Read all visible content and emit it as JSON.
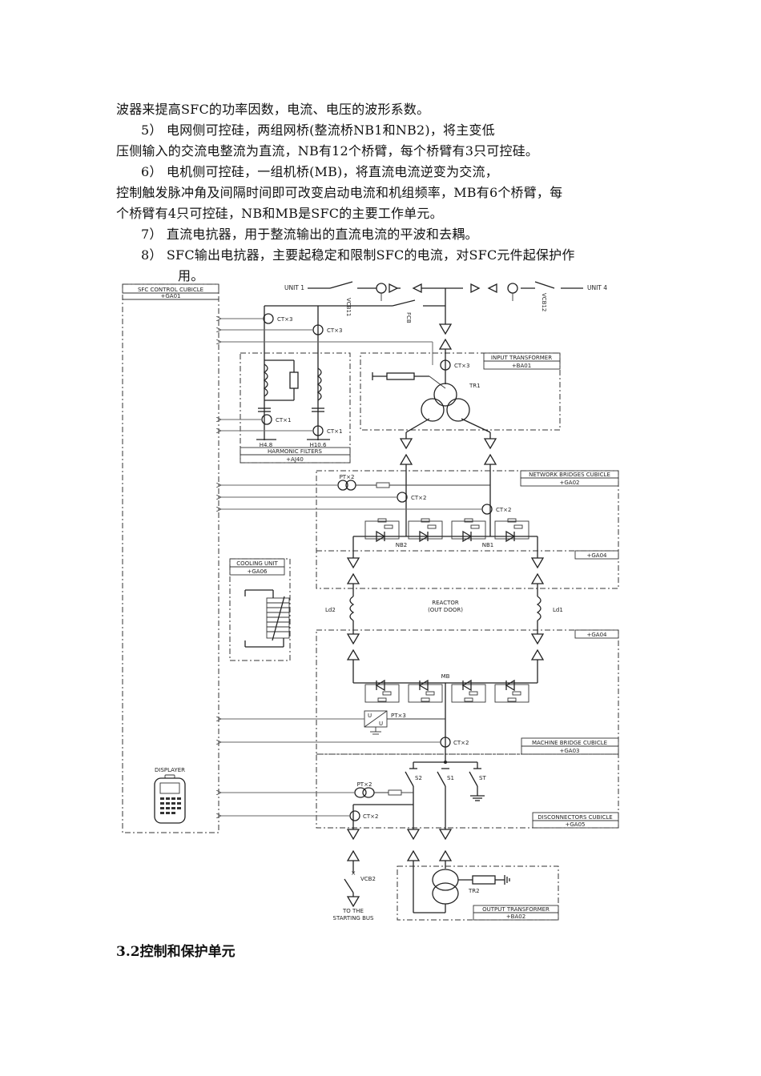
{
  "document": {
    "paragraphs": [
      "波器来提高SFC的功率因数，电流、电压的波形系数。",
      "5） 电网侧可控硅，两组网桥(整流桥NB1和NB2)，将主变低",
      "压侧输入的交流电整流为直流，NB有12个桥臂，每个桥臂有3只可控硅。",
      "6） 电机侧可控硅，一组机桥(MB)，将直流电流逆变为交流，",
      "控制触发脉冲角及间隔时间即可改变启动电流和机组频率，MB有6个桥臂，每",
      "个桥臂有4只可控硅，NB和MB是SFC的主要工作单元。",
      "7） 直流电抗器，用于整流输出的直流电流的平波和去耦。",
      "8） SFC输出电抗器，主要起稳定和限制SFC的电流，对SFC元件起保护作",
      "用。"
    ],
    "section_heading": "3.2控制和保护单元"
  },
  "diagram": {
    "units": {
      "unit1": "UNIT 1",
      "unit4": "UNIT 4"
    },
    "breakers": {
      "vcb11": "VCB11",
      "vcb12": "VCB12",
      "fcb": "FCB",
      "vcb2": "VCB2"
    },
    "cubicles": {
      "control": {
        "title": "SFC CONTROL CUBICLE",
        "code": "+GA01"
      },
      "input_transformer": {
        "title": "INPUT TRANSFORMER",
        "code": "+BA01"
      },
      "harmonic_filters": {
        "title": "HARMONIC FILTERS",
        "code": "+AJ40"
      },
      "network_bridges": {
        "title": "NETWORK BRIDGES CUBICLE",
        "code": "+GA02"
      },
      "ga04_top": {
        "code": "+GA04"
      },
      "ga04_bottom": {
        "code": "+GA04"
      },
      "cooling": {
        "title": "COOLING UNIT",
        "code": "+GA06"
      },
      "machine_bridge": {
        "title": "MACHINE BRIDGE CUBICLE",
        "code": "+GA03"
      },
      "disconnectors": {
        "title": "DISCONNECTORS CUBICLE",
        "code": "+GA05"
      },
      "output_transformer": {
        "title": "OUTPUT TRANSFORMER",
        "code": "+BA02"
      }
    },
    "labels": {
      "ct3a": "CT×3",
      "ct3b": "CT×3",
      "ct3c": "CT×3",
      "ct1a": "CT×1",
      "ct1b": "CT×1",
      "h48": "H4.8",
      "h106": "H10.6",
      "tr1": "TR1",
      "tr2": "TR2",
      "pt2a": "PT×2",
      "ct2a": "CT×2",
      "ct2b": "CT×2",
      "nb2": "NB2",
      "nb1": "NB1",
      "reactor1": "REACTOR",
      "reactor2": "(OUT DOOR)",
      "ld1": "Ld1",
      "ld2": "Ld2",
      "mb": "MB",
      "pt3": "PT×3",
      "ct2c": "CT×2",
      "s1": "S1",
      "s2": "S2",
      "st": "ST",
      "pt2b": "PT×2",
      "ct2d": "CT×2",
      "displayer": "DISPLAYER",
      "to_bus1": "TO THE",
      "to_bus2": "STARTING BUS",
      "pt3_u1": "U",
      "pt3_u2": "U"
    }
  }
}
